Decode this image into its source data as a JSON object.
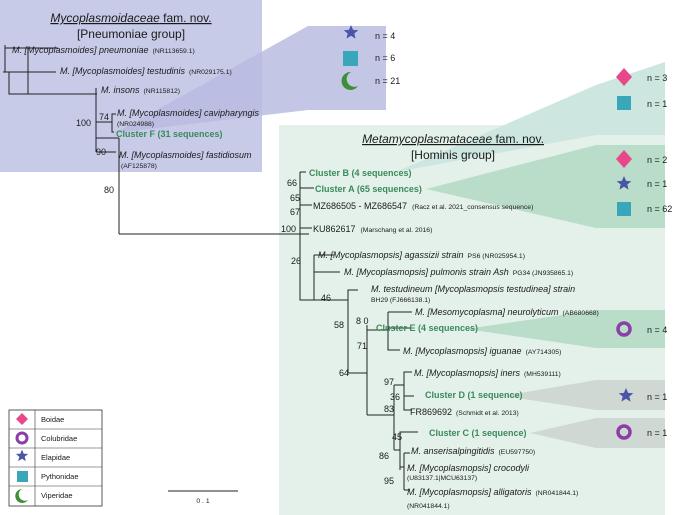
{
  "groups": {
    "mycoplasmoidaceae": {
      "title_italic": "Mycoplasmoidaceae",
      "title_rest": " fam. nov.",
      "subtitle": "[Pneumoniae group]"
    },
    "metamycoplasmataceae": {
      "title_italic": "Metamycoplasmataceae",
      "title_rest": " fam. nov.",
      "subtitle": "[Hominis group]"
    }
  },
  "taxa": {
    "pneumoniae": {
      "label": "M. [Mycoplasmoides] pneumoniae",
      "acc": "(NR113659.1)"
    },
    "testudinis": {
      "label": "M. [Mycoplasmoides] testudinis",
      "acc": "(NR029175.1)"
    },
    "insons": {
      "label": "M. insons",
      "acc": "(NR115812)"
    },
    "cavipharyngis": {
      "label": "M. [Mycoplasmoides] cavipharyngis",
      "acc": "(NR024988)"
    },
    "clusterF": {
      "label": "Cluster F (31 sequences)"
    },
    "fastidiosum": {
      "label": "M. [Mycoplasmoides] fastidiosum",
      "acc": "(AF125878)"
    },
    "clusterB": {
      "label": "Cluster B (4 sequences)"
    },
    "clusterA": {
      "label": "Cluster A (65 sequences)"
    },
    "mz": {
      "label": "MZ686505 - MZ686547",
      "note": "(Racz et al. 2021_consensus sequence)"
    },
    "ku": {
      "label": "KU862617",
      "note": "(Marschang et al. 2016)"
    },
    "agassizii": {
      "label": "M. [Mycoplasmopsis] agassizii strain",
      "acc": "PS6 (NR025954.1)"
    },
    "pulmonis": {
      "label": "M. [Mycoplasmopsis] pulmonis strain Ash",
      "acc": "PG34 (JN935865.1)"
    },
    "testudineum": {
      "label": "M. testudineum [Mycoplasmopsis testudinea] strain",
      "acc": "BH29 (FJ666138.1)"
    },
    "neurolyticum": {
      "label": "M. [Mesomycoplasma] neurolyticum",
      "acc": "(AB680668)"
    },
    "clusterE": {
      "label": "Cluster E (4 sequences)"
    },
    "iguanae": {
      "label": "M. [Mycoplasmopsis] iguanae",
      "acc": "(AY714305)"
    },
    "iners": {
      "label": "M. [Mycoplasmopsis] iners",
      "acc": "(MH539111)"
    },
    "clusterD": {
      "label": "Cluster D (1 sequence)"
    },
    "fr": {
      "label": "FR869692",
      "note": "(Schmidt et al. 2013)"
    },
    "clusterC": {
      "label": "Cluster C (1 sequence)"
    },
    "anserisalpingitidis": {
      "label": "M. anserisalpingitidis",
      "acc": "(EU597750)"
    },
    "crocodyli": {
      "label": "M. [Mycoplasmopsis] crocodyli",
      "acc": "(U83137.1|MCU63137)"
    },
    "alligatoris": {
      "label": "M. [Mycoplasmopsis] alligatoris",
      "acc": "(NR041844.1)",
      "acc2": "(NR041844.1)"
    }
  },
  "bootstrap": {
    "b100a": "100",
    "b74": "74",
    "b90": "90",
    "b80a": "80",
    "b66": "66",
    "b65": "65",
    "b67": "67",
    "b100b": "100",
    "b26": "26",
    "b46": "46",
    "b58": "58",
    "b80b": "8 0",
    "b71": "71",
    "b64": "64",
    "b97": "97",
    "b36": "36",
    "b83": "83",
    "b45": "45",
    "b86": "86",
    "b95": "95"
  },
  "counts": {
    "f_star": "n = 4",
    "f_square": "n = 6",
    "f_crescent": "n = 21",
    "b_diamond": "n = 3",
    "b_square": "n = 1",
    "a_diamond": "n = 2",
    "a_star": "n = 1",
    "a_square": "n = 62",
    "e_ring": "n = 4",
    "d_star": "n = 1",
    "c_ring": "n = 1"
  },
  "legend": {
    "items": [
      {
        "label": "Boidae",
        "icon": "diamond-icon",
        "color": "#e8478b"
      },
      {
        "label": "Colubridae",
        "icon": "ring-icon",
        "color": "#8a3fa8"
      },
      {
        "label": "Elapidae",
        "icon": "star-icon",
        "color": "#4a55a8"
      },
      {
        "label": "Pythonidae",
        "icon": "square-icon",
        "color": "#3aa6b9"
      },
      {
        "label": "Viperidae",
        "icon": "crescent-icon",
        "color": "#3f8f3a"
      }
    ]
  },
  "scale": {
    "label": "0 . 1"
  },
  "colors": {
    "pneumoniae_bg": "#c7cbe8",
    "hominis_bg": "#e3f1ea",
    "cluster_text": "#3a8a5a"
  }
}
